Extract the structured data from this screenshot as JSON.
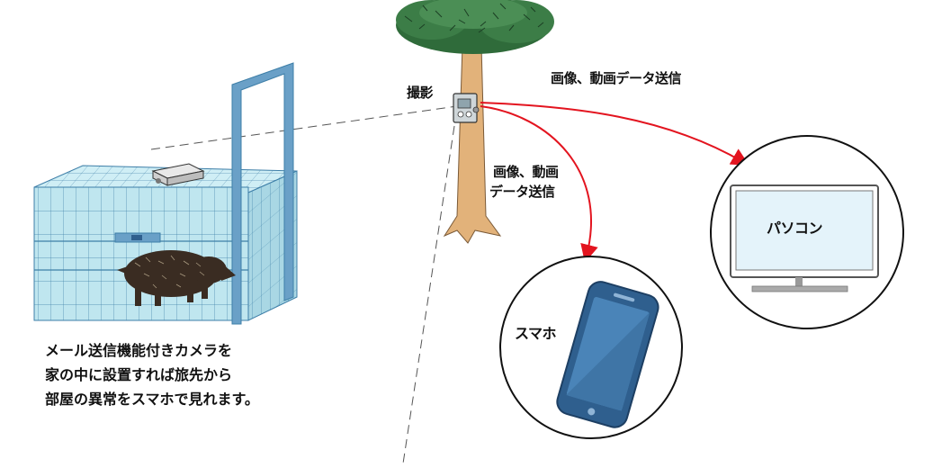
{
  "labels": {
    "shoot": "撮影",
    "to_pc": "画像、動画データ送信",
    "to_phone_line1": "画像、動画",
    "to_phone_line2": "データ送信",
    "pc": "パソコン",
    "phone": "スマホ"
  },
  "caption": [
    "メール送信機能付きカメラを",
    "家の中に設置すれば旅先から",
    "部屋の異常をスマホで見れます。"
  ],
  "colors": {
    "arrow": "#e3141f",
    "cage": "#bfe6ef",
    "cage_line": "#3e7fa8",
    "frame": "#6aa0c7",
    "trunk": "#e2b27a",
    "leaves": "#2f6b3a",
    "monitor_screen": "#e4f3fa",
    "phone_body": "#2f5f8e",
    "phone_screen": "#4a84b8"
  }
}
